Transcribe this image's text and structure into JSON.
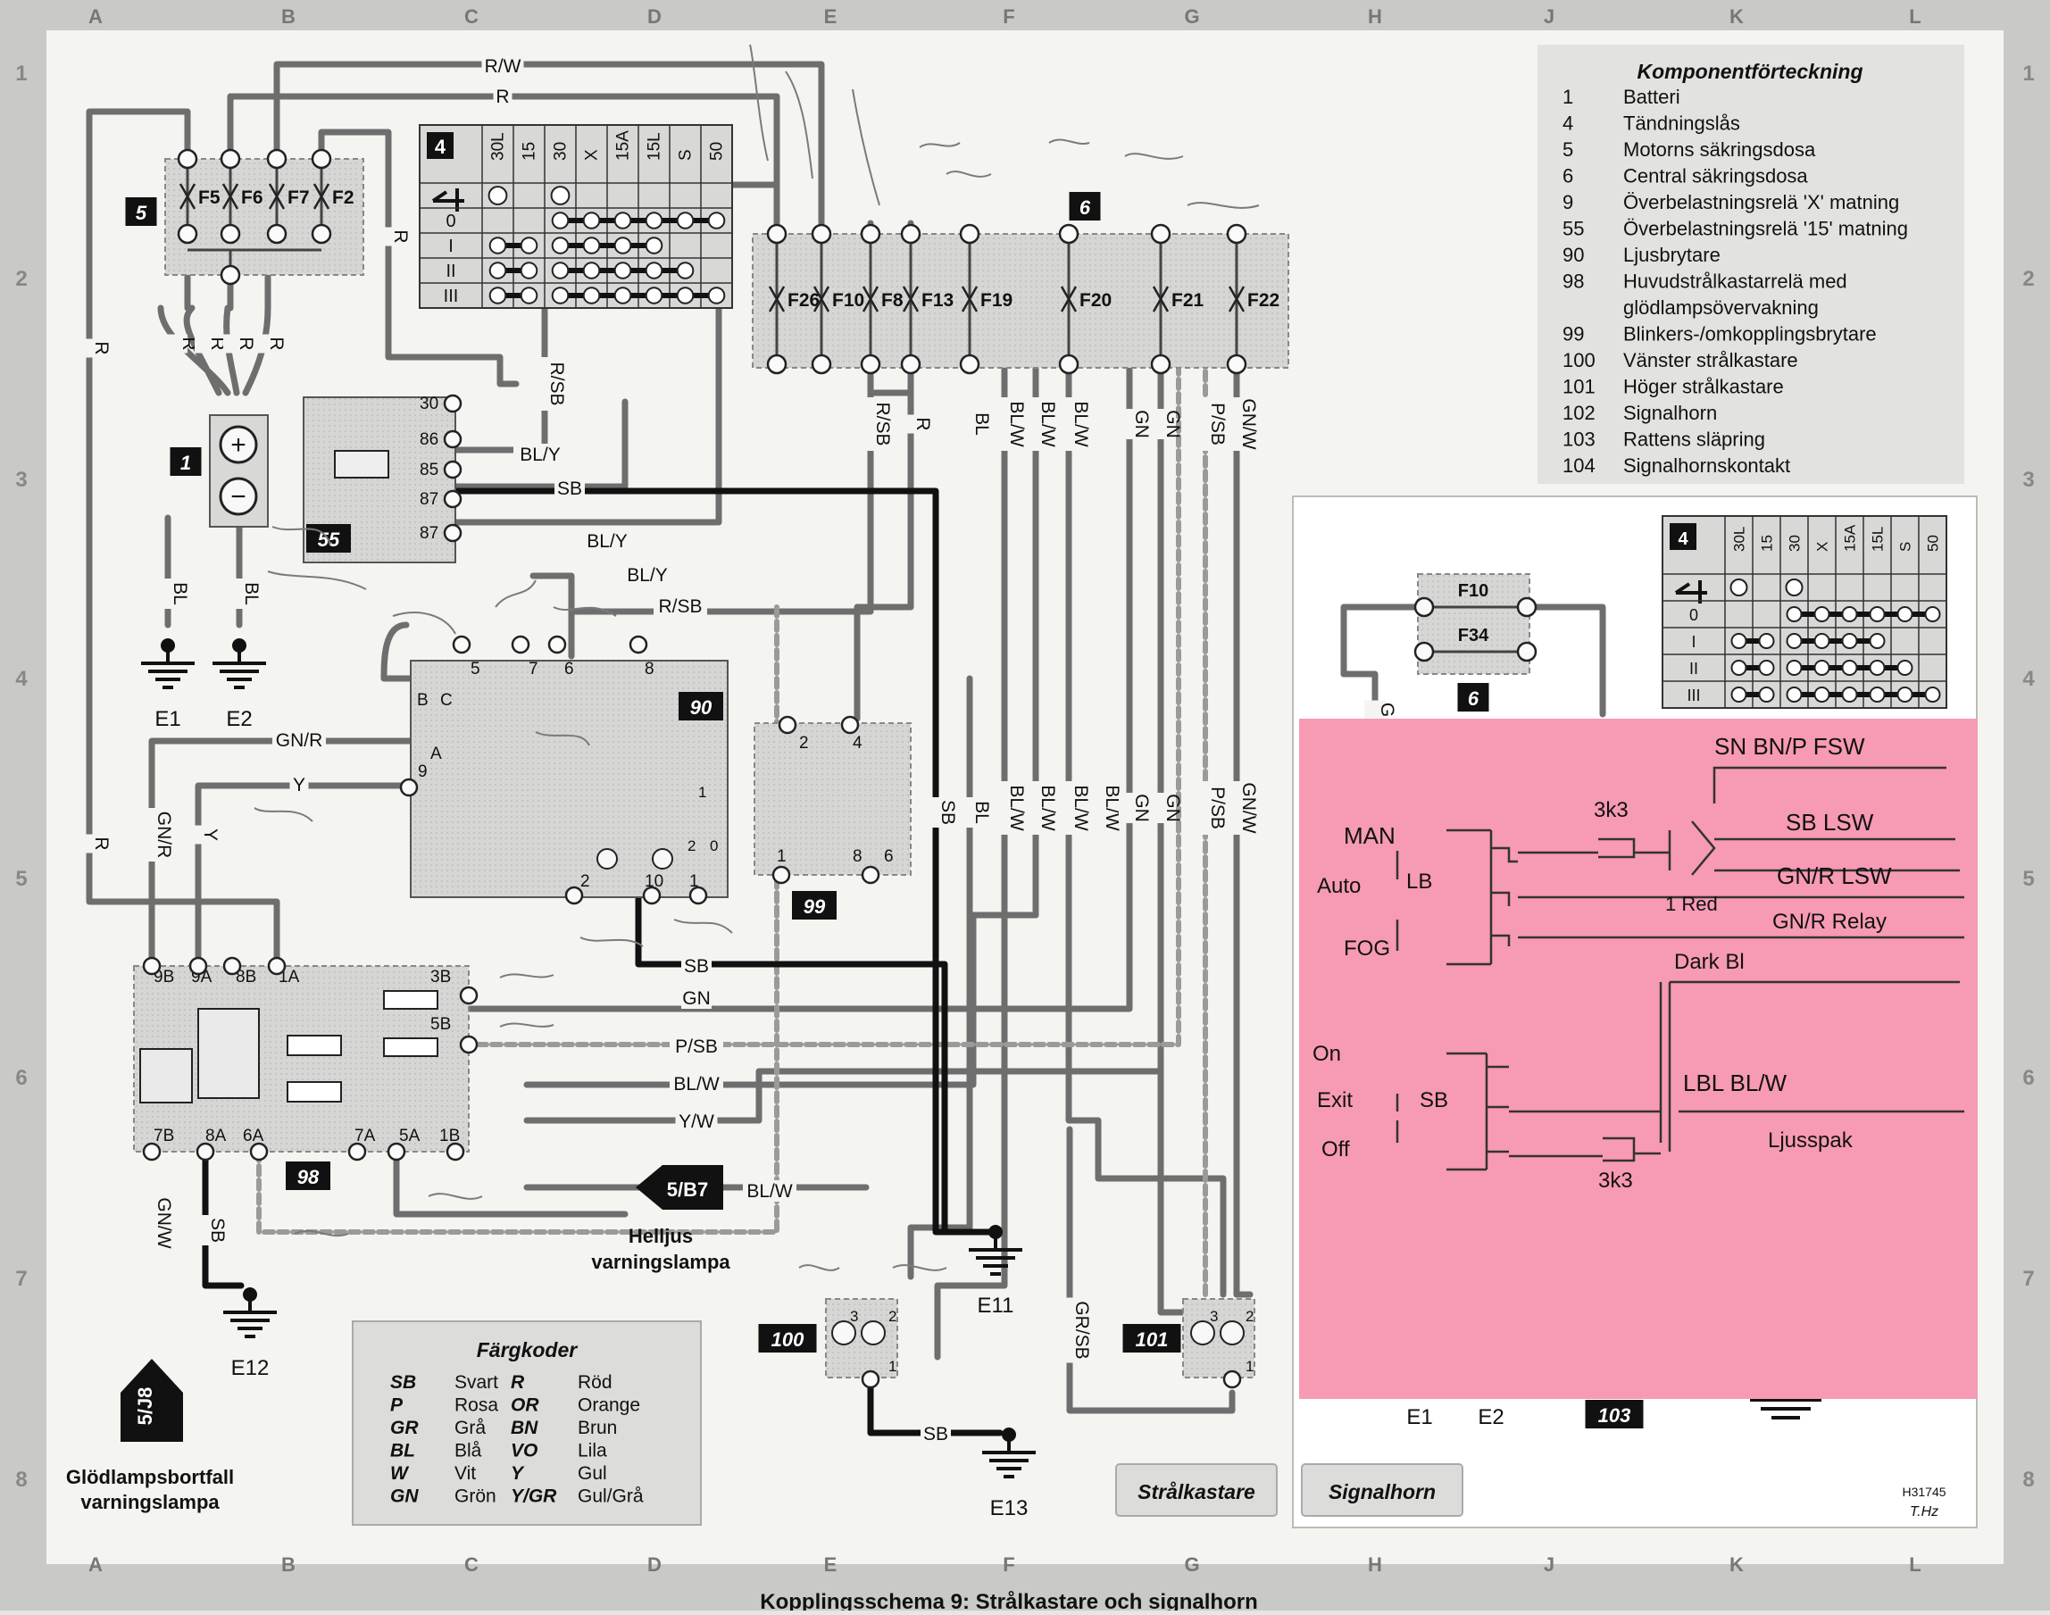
{
  "frame": {
    "columns": [
      "A",
      "B",
      "C",
      "D",
      "E",
      "F",
      "G",
      "H",
      "J",
      "K",
      "L"
    ],
    "rows": [
      "1",
      "2",
      "3",
      "4",
      "5",
      "6",
      "7",
      "8"
    ]
  },
  "caption": "Kopplingsschema 9: Strålkastare och signalhorn",
  "drawing_ref": "H31745",
  "signature": "T.Hz",
  "component_list": {
    "title": "Komponentförteckning",
    "items": [
      {
        "num": "1",
        "name": "Batteri"
      },
      {
        "num": "4",
        "name": "Tändningslås"
      },
      {
        "num": "5",
        "name": "Motorns säkringsdosa"
      },
      {
        "num": "6",
        "name": "Central säkringsdosa"
      },
      {
        "num": "9",
        "name": "Överbelastningsrelä 'X' matning"
      },
      {
        "num": "55",
        "name": "Överbelastningsrelä '15' matning"
      },
      {
        "num": "90",
        "name": "Ljusbrytare"
      },
      {
        "num": "98",
        "name": "Huvudstrålkastarrelä med"
      },
      {
        "num": "",
        "name": "glödlampsövervakning"
      },
      {
        "num": "99",
        "name": "Blinkers-/omkopplingsbrytare"
      },
      {
        "num": "100",
        "name": "Vänster strålkastare"
      },
      {
        "num": "101",
        "name": "Höger strålkastare"
      },
      {
        "num": "102",
        "name": "Signalhorn"
      },
      {
        "num": "103",
        "name": "Rattens släpring"
      },
      {
        "num": "104",
        "name": "Signalhornskontakt"
      }
    ]
  },
  "color_codes": {
    "title": "Färgkoder",
    "items": [
      {
        "code": "SB",
        "name": "Svart"
      },
      {
        "code": "R",
        "name": "Röd"
      },
      {
        "code": "P",
        "name": "Rosa"
      },
      {
        "code": "OR",
        "name": "Orange"
      },
      {
        "code": "GR",
        "name": "Grå"
      },
      {
        "code": "BN",
        "name": "Brun"
      },
      {
        "code": "BL",
        "name": "Blå"
      },
      {
        "code": "VO",
        "name": "Lila"
      },
      {
        "code": "W",
        "name": "Vit"
      },
      {
        "code": "Y",
        "name": "Gul"
      },
      {
        "code": "GN",
        "name": "Grön"
      },
      {
        "code": "Y/GR",
        "name": "Gul/Grå"
      }
    ]
  },
  "sections": {
    "left": "Strålkastare",
    "right": "Signalhorn"
  },
  "ignition_table": {
    "badge": "4",
    "columns": [
      "30L",
      "15",
      "30",
      "X",
      "15A",
      "15L",
      "S",
      "50"
    ],
    "rows": [
      "0",
      "I",
      "II",
      "III"
    ]
  },
  "boxes": {
    "b5": "5",
    "b6": "6",
    "b1": "1",
    "b55": "55",
    "b90": "90",
    "b98": "98",
    "b99": "99",
    "b100": "100",
    "b101": "101",
    "b6r": "6",
    "b103": "103"
  },
  "fuses": {
    "box5": [
      "F5",
      "F6",
      "F7",
      "F2"
    ],
    "box6": [
      "F26",
      "F10",
      "F8",
      "F13",
      "F19",
      "F20",
      "F21",
      "F22"
    ],
    "right": [
      "F10",
      "F34"
    ]
  },
  "terminals": {
    "relay55": [
      "30",
      "86",
      "85",
      "87",
      "87"
    ],
    "switch90": [
      "5",
      "7",
      "6",
      "8",
      "B",
      "C",
      "A",
      "9",
      "2",
      "10",
      "1",
      "1",
      "2",
      "0"
    ],
    "relay98": [
      "9B",
      "9A",
      "8B",
      "1A",
      "3B",
      "5B",
      "7B",
      "8A",
      "6A",
      "7A",
      "5A",
      "1B"
    ],
    "sw99": [
      "2",
      "4",
      "1",
      "8",
      "6"
    ],
    "lamp100": [
      "3",
      "2",
      "1"
    ],
    "lamp101": [
      "3",
      "2",
      "1"
    ]
  },
  "grounds": [
    "E1",
    "E2",
    "E11",
    "E12",
    "E13",
    "E1",
    "E2"
  ],
  "arrows": {
    "helljus_ref": "5/B7",
    "helljus_l1": "Helljus",
    "helljus_l2": "varningslampa",
    "glod_ref": "5/J8",
    "glod_l1": "Glödlampsbortfall",
    "glod_l2": "varningslampa"
  },
  "wires": {
    "top_rw": "R/W",
    "top_r": "R",
    "r_left": "R",
    "r_right": "R",
    "r4": [
      "R",
      "R",
      "R",
      "R"
    ],
    "bl1": "BL",
    "bl2": "BL",
    "rsb_vert": "R/SB",
    "bly1": "BL/Y",
    "sb1": "SB",
    "bly2": "BL/Y",
    "bly3": "BL/Y",
    "rsb2": "R/SB",
    "gnr_h": "GN/R",
    "y_h": "Y",
    "gnr_v": "GN/R",
    "y_v": "Y",
    "r_low": "R",
    "rsb_f8": "R/SB",
    "r_f13": "R",
    "bl_f19": "BL",
    "blw_1": "BL/W",
    "blw_2": "BL/W",
    "blw_3": "BL/W",
    "gn_1": "GN",
    "gn_2": "GN",
    "psb": "P/SB",
    "gnw": "GN/W",
    "sb_mid": "SB",
    "bl_mid": "BL",
    "blw_m1": "BL/W",
    "blw_m2": "BL/W",
    "blw_m3": "BL/W",
    "blw_m4": "BL/W",
    "gn_m1": "GN",
    "gn_m2": "GN",
    "psb_m": "P/SB",
    "gnw_m": "GN/W",
    "sb_98": "SB",
    "gn_98": "GN",
    "psb_98": "P/SB",
    "blw_98": "BL/W",
    "yw_98": "Y/W",
    "blw_arrow": "BL/W",
    "gnw_98": "GN/W",
    "sb_98b": "SB",
    "grsb": "GR/SB",
    "sb_e13": "SB",
    "g_right": "G"
  },
  "handwriting": {
    "note_rows": [
      "SN BN/P FSW",
      "3k3",
      "MAN",
      "SB LSW",
      "GN/R LSW",
      "Auto",
      "LB",
      "1 Red",
      "GN/R Relay",
      "FOG",
      "Dark Bl",
      "On",
      "LBL BL/W",
      "Exit",
      "SB",
      "Off",
      "Ljusspak",
      "3k3"
    ]
  }
}
